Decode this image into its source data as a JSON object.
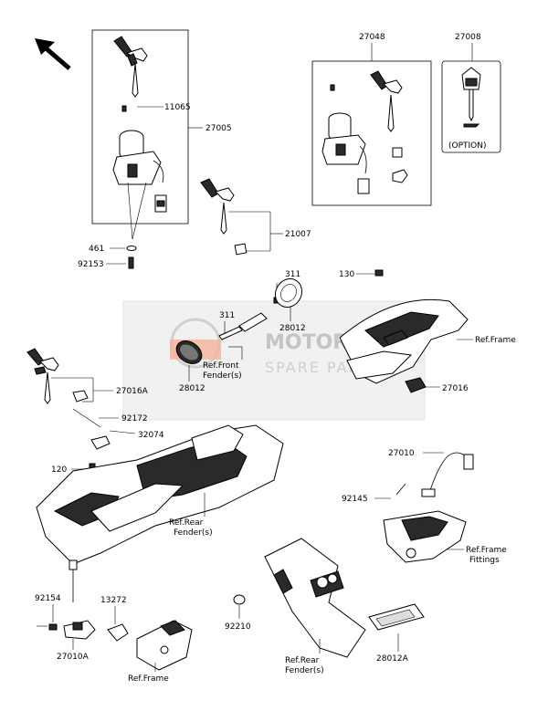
{
  "labels": {
    "p27048": "27048",
    "p27008": "27008",
    "option": "(OPTION)",
    "p11065": "11065",
    "p27005": "27005",
    "p461": "461",
    "p92153": "92153",
    "p21007": "21007",
    "p311a": "311",
    "p311b": "311",
    "p28012a": "28012",
    "p28012b": "28012",
    "p130": "130",
    "ref_front_1": "Ref.Front",
    "ref_front_2": "Fender(s)",
    "ref_frame_top": "Ref.Frame",
    "p27016": "27016",
    "p27016A": "27016A",
    "p92172": "92172",
    "p32074": "32074",
    "p120": "120",
    "ref_rear_1": "Ref.Rear",
    "ref_rear_2": "Fender(s)",
    "p27010": "27010",
    "p92145": "92145",
    "ref_frame_fit_1": "Ref.Frame",
    "ref_frame_fit_2": "Fittings",
    "p92154": "92154",
    "p13272": "13272",
    "p27010A": "27010A",
    "ref_frame_bottom": "Ref.Frame",
    "p92210": "92210",
    "ref_rear_b_1": "Ref.Rear",
    "ref_rear_b_2": "Fender(s)",
    "p28012A": "28012A"
  },
  "watermark": {
    "line1": "MOTORCYCLE",
    "line2": "SPARE PARTS",
    "color": "#c8c8c8",
    "accent": "#f2b6a0"
  },
  "icons": [
    "direction-arrow-icon",
    "ignition-key-icon",
    "immobilizer-key-icon"
  ]
}
